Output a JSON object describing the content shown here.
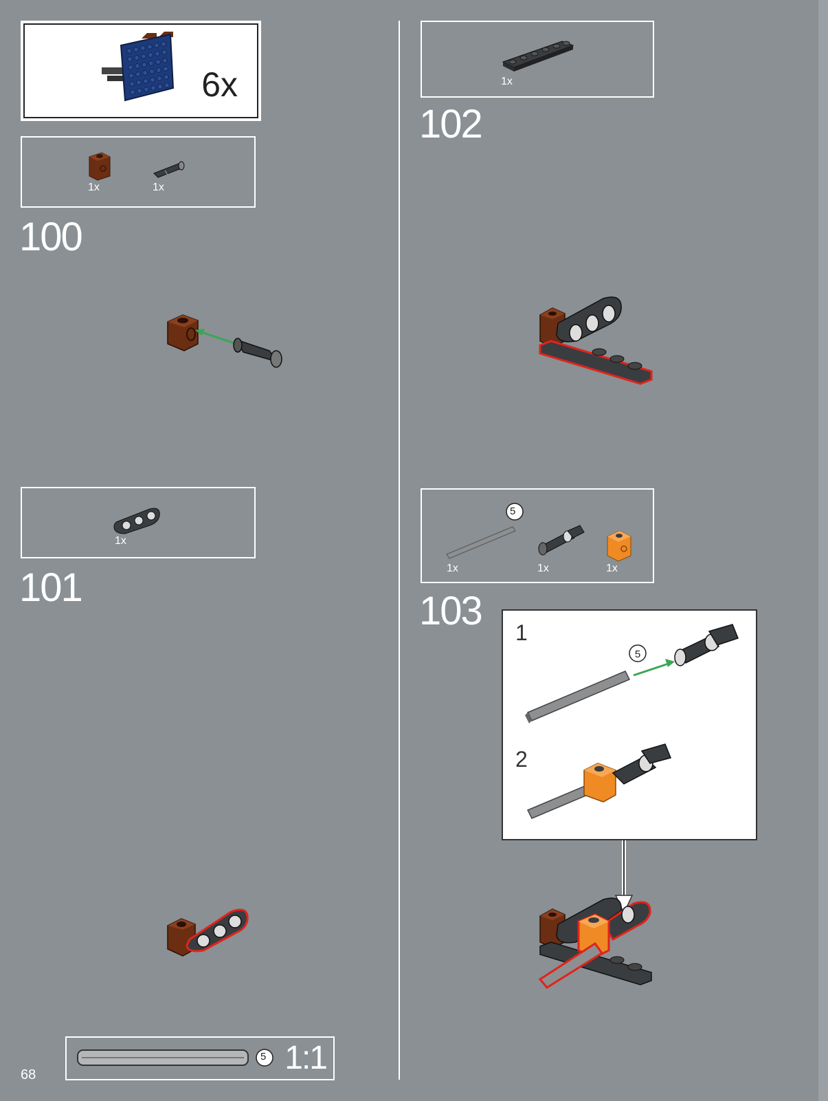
{
  "submodel": {
    "multiplier": "6x"
  },
  "steps": [
    {
      "number": "100",
      "parts": [
        {
          "qty": "1x"
        },
        {
          "qty": "1x"
        }
      ]
    },
    {
      "number": "101",
      "parts": [
        {
          "qty": "1x"
        }
      ]
    },
    {
      "number": "102",
      "parts": [
        {
          "qty": "1x"
        }
      ]
    },
    {
      "number": "103",
      "parts": [
        {
          "qty": "1x",
          "length": "5"
        },
        {
          "qty": "1x"
        },
        {
          "qty": "1x"
        }
      ]
    }
  ],
  "callout": {
    "substeps": [
      {
        "number": "1",
        "axle_length": "5"
      },
      {
        "number": "2"
      }
    ]
  },
  "ruler": {
    "length": "5",
    "scale": "1:1"
  },
  "page_number": "68",
  "colors": {
    "background": "#8a9094",
    "reddish_brown": "#6b2e12",
    "dark_bluish_gray": "#3a3d40",
    "blue": "#1d3b7a",
    "orange": "#f08a24",
    "arrow_green": "#3aa655",
    "highlight_red": "#e0241b"
  }
}
